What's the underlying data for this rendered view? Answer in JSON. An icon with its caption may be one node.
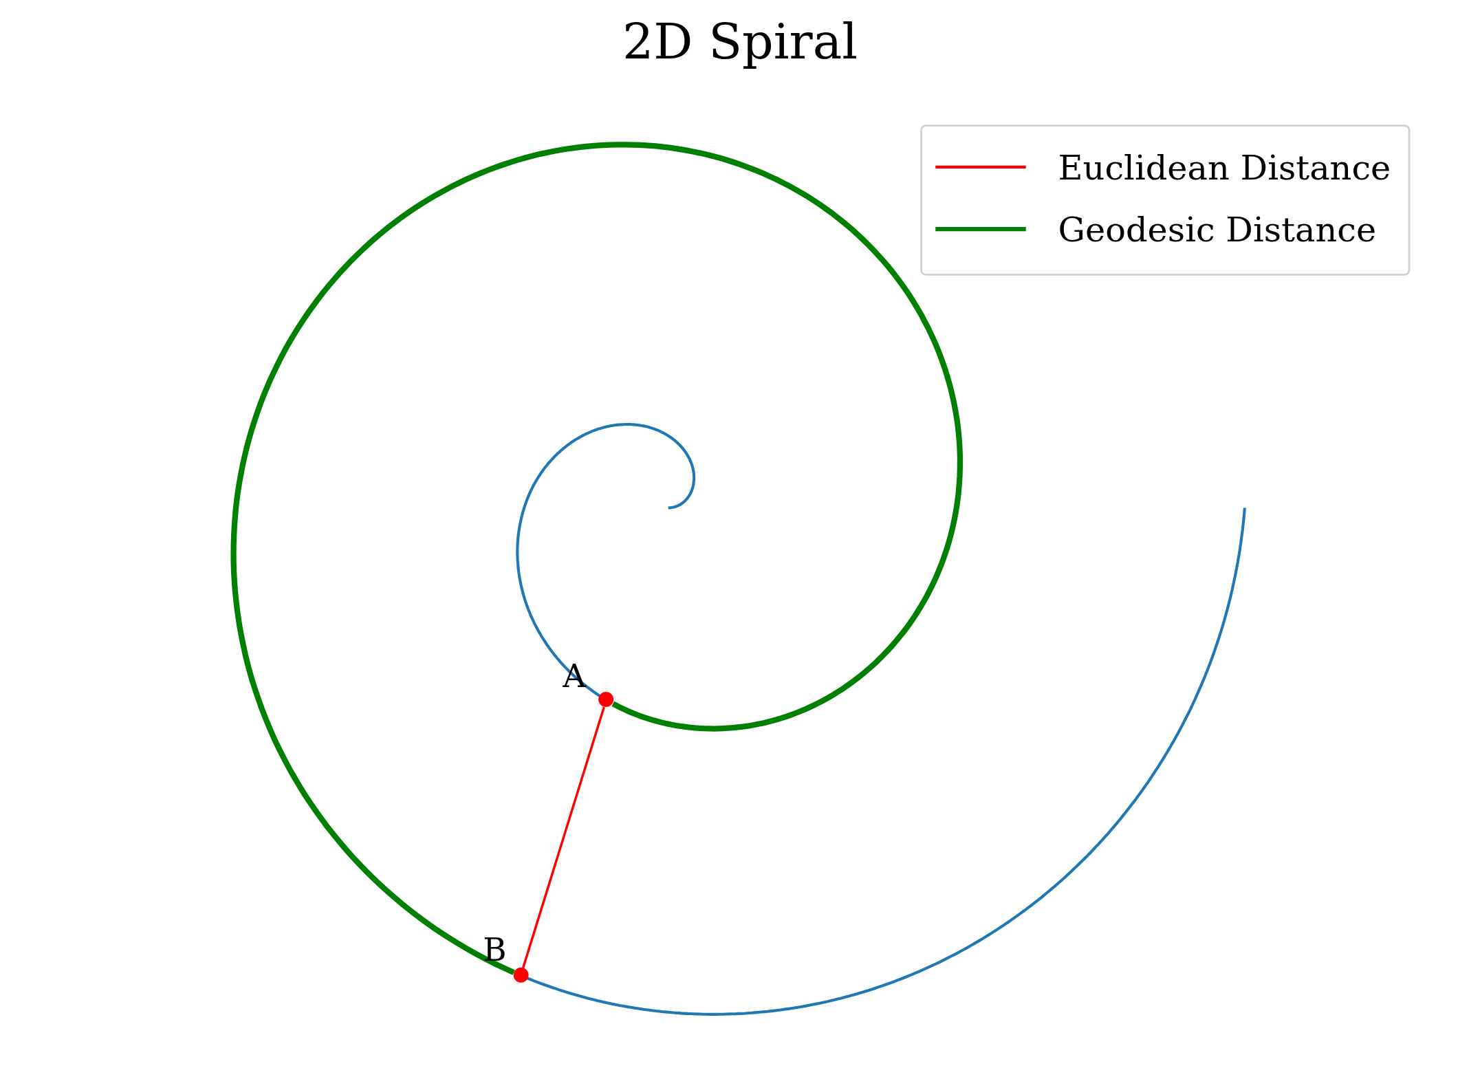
{
  "diagram": {
    "title": "2D Spiral",
    "nodes": [
      {
        "text": [
          "A"
        ]
      },
      {
        "text": [
          "B"
        ]
      }
    ],
    "edges": [
      {
        "from": 0,
        "to": 1,
        "arrow": "none",
        "color": "#ff0000"
      },
      {
        "from": 0,
        "to": 1,
        "arrow": "none",
        "color": "#008000",
        "style": "thick"
      }
    ],
    "legend": [
      {
        "text": "Euclidean Distance"
      },
      {
        "text": "Geodesic Distance"
      }
    ]
  }
}
